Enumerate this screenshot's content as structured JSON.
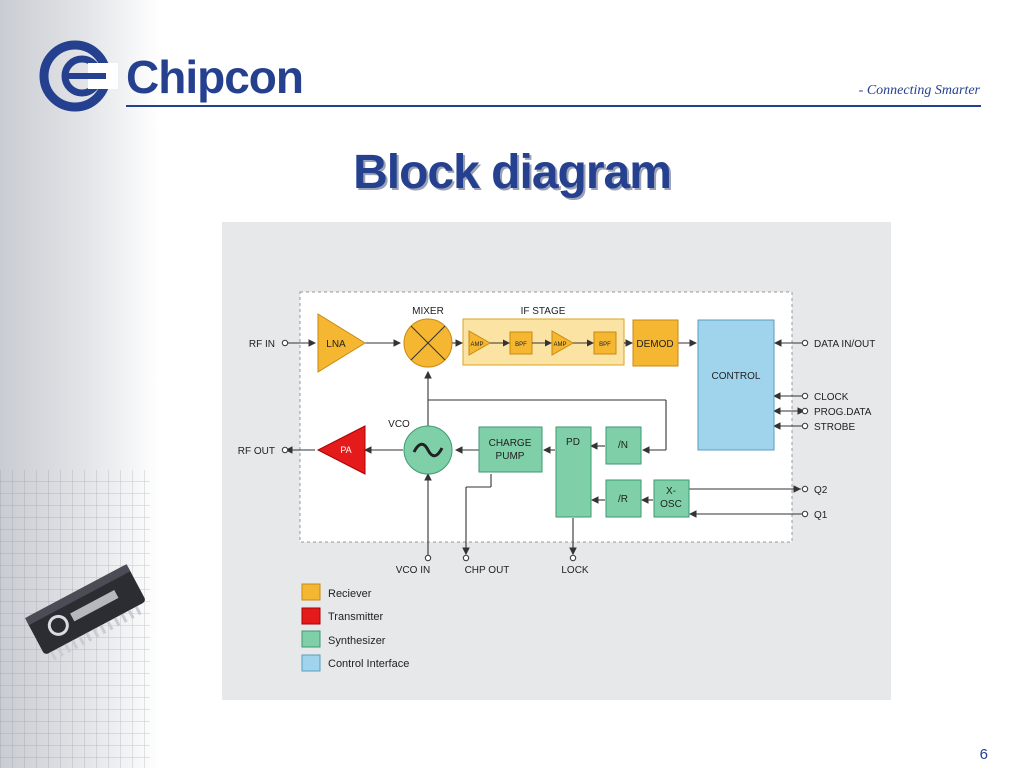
{
  "brand": {
    "name": "Chipcon",
    "tagline": "- Connecting Smarter"
  },
  "slide": {
    "title": "Block diagram",
    "page_number": "6"
  },
  "diagram": {
    "labels": {
      "mixer": "MIXER",
      "if_stage": "IF STAGE",
      "vco": "VCO",
      "rf_in": "RF IN",
      "rf_out": "RF OUT",
      "data_in_out": "DATA IN/OUT",
      "clock": "CLOCK",
      "prog_data": "PROG.DATA",
      "strobe": "STROBE",
      "q2": "Q2",
      "q1": "Q1",
      "vco_in": "VCO IN",
      "chp_out": "CHP OUT",
      "lock": "LOCK"
    },
    "blocks": {
      "lna": "LNA",
      "pa": "PA",
      "amp1": "AMP",
      "bpf1": "BPF",
      "amp2": "AMP",
      "bpf2": "BPF",
      "demod": "DEMOD",
      "control": "CONTROL",
      "charge_pump_1": "CHARGE",
      "charge_pump_2": "PUMP",
      "pd": "PD",
      "div_n": "/N",
      "div_r": "/R",
      "xosc_1": "X-",
      "xosc_2": "OSC"
    },
    "legend": [
      {
        "label": "Reciever",
        "color": "#f5b731"
      },
      {
        "label": "Transmitter",
        "color": "#e51b1b"
      },
      {
        "label": "Synthesizer",
        "color": "#7fcfa8"
      },
      {
        "label": "Control Interface",
        "color": "#9fd4ec"
      }
    ]
  }
}
